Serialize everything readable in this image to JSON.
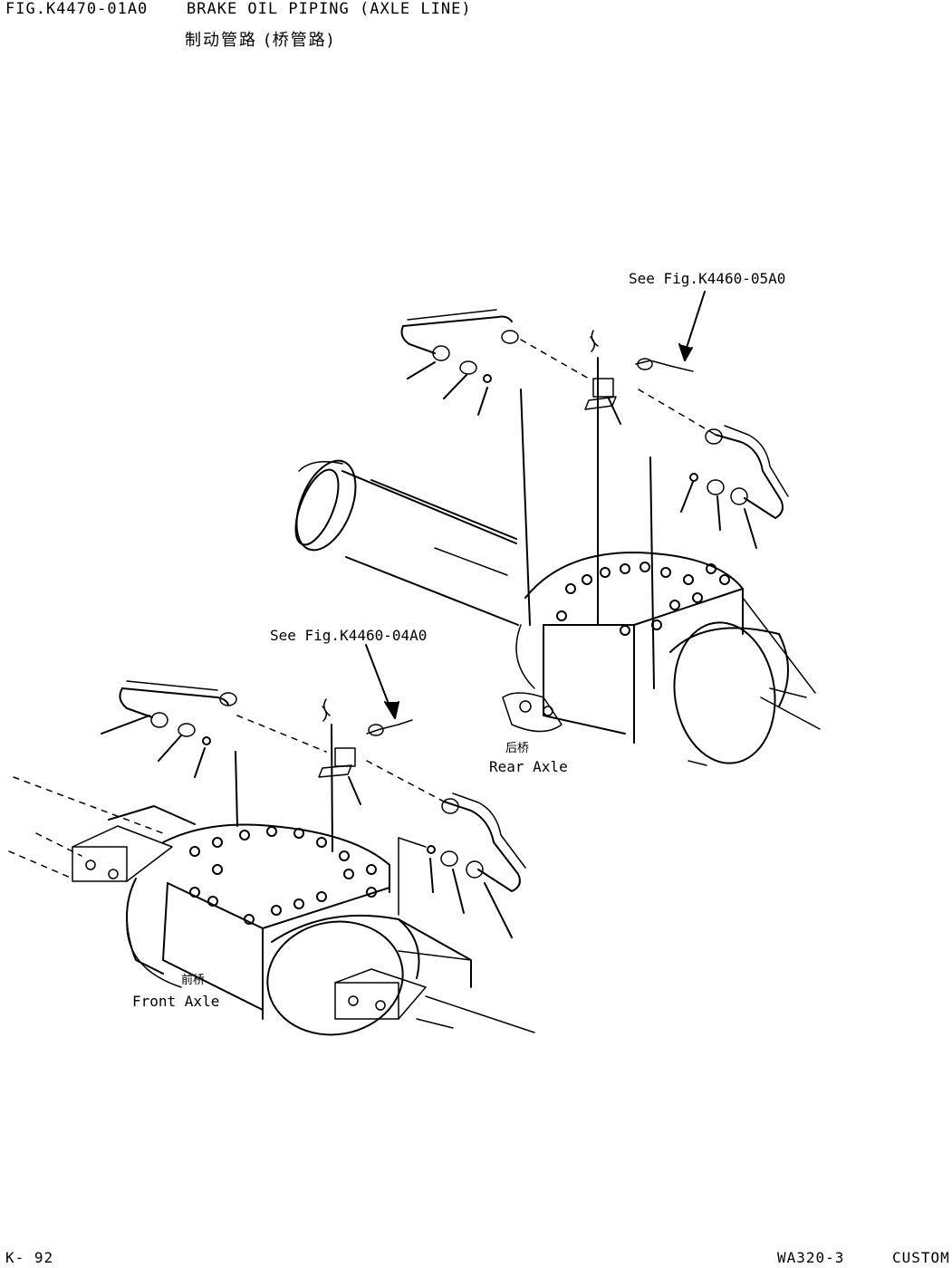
{
  "header": {
    "fig_id": "FIG.K4470-01A0",
    "title_en": "BRAKE OIL PIPING (AXLE LINE)",
    "title_cn": "制动管路 (桥管路)"
  },
  "references": {
    "rear_ref": "See Fig.K4460-05A0",
    "front_ref": "See Fig.K4460-04A0"
  },
  "axles": {
    "rear_cn": "后桥",
    "rear_en": "Rear Axle",
    "front_cn": "前桥",
    "front_en": "Front Axle"
  },
  "footer": {
    "page": "K- 92",
    "model": "WA320-3",
    "label": "CUSTOM"
  }
}
